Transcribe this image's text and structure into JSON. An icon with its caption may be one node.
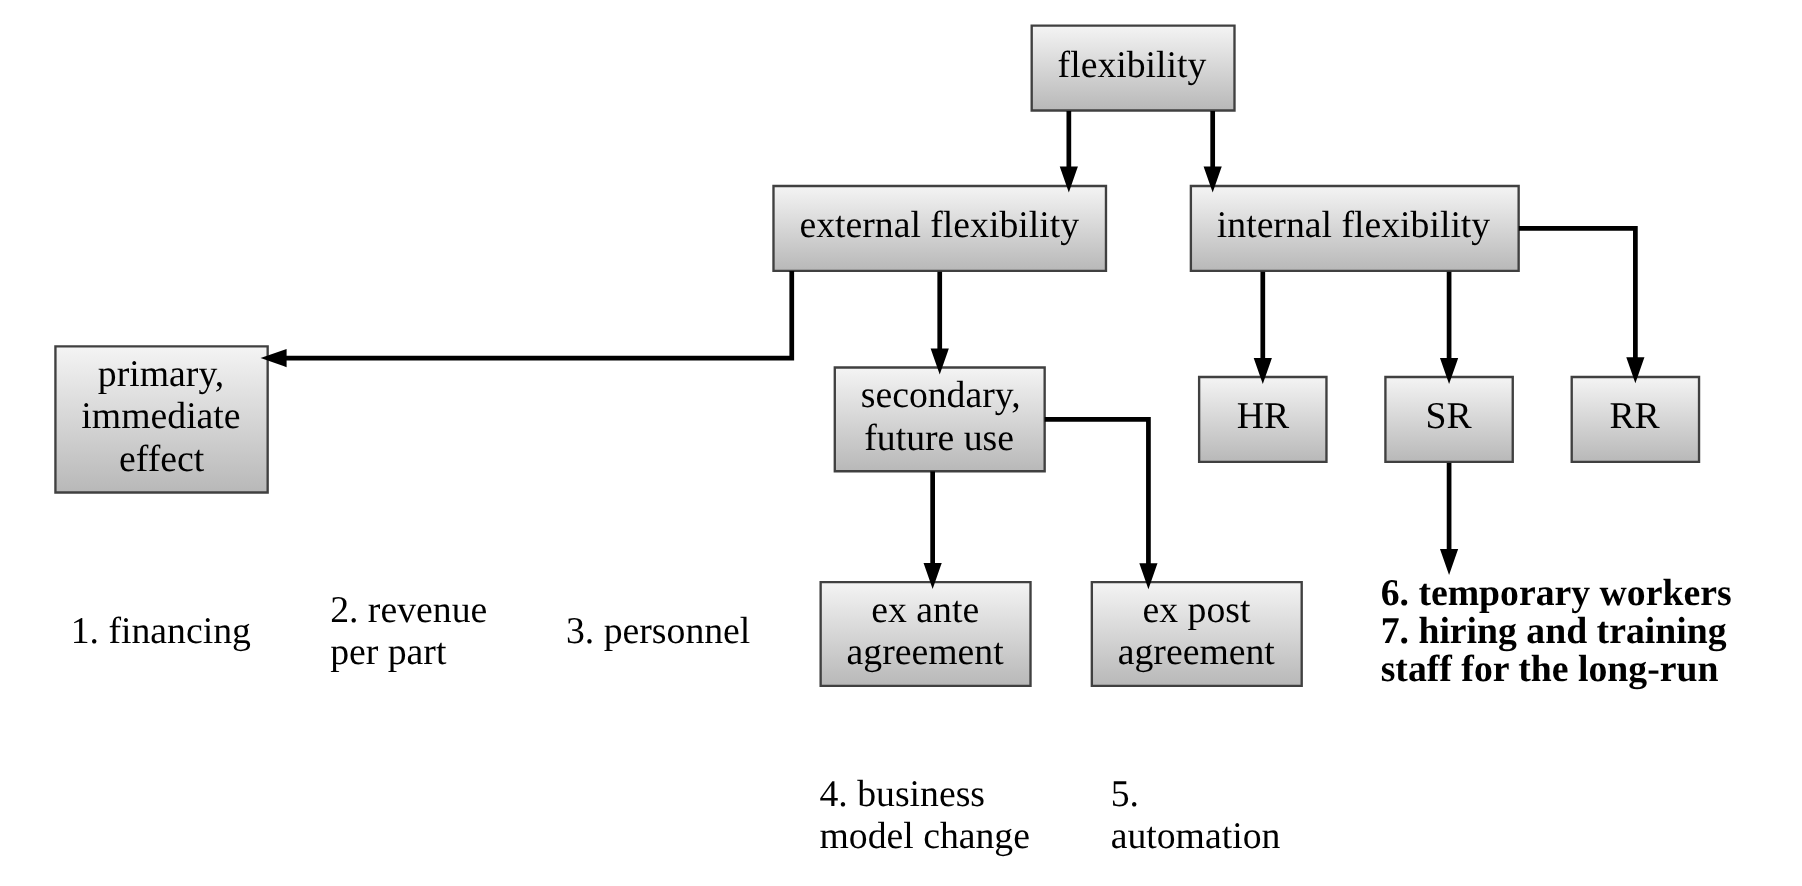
{
  "diagram": {
    "nodes": [
      {
        "text": [
          "flexibility"
        ]
      },
      {
        "text": [
          "external flexibility"
        ]
      },
      {
        "text": [
          "internal flexibility"
        ]
      },
      {
        "text": [
          "primary, immediate effect"
        ]
      },
      {
        "text": [
          "secondary, future use"
        ]
      },
      {
        "text": [
          "HR"
        ]
      },
      {
        "text": [
          "SR"
        ]
      },
      {
        "text": [
          "RR"
        ]
      },
      {
        "text": [
          "ex ante agreement"
        ]
      },
      {
        "text": [
          "ex post agreement"
        ]
      },
      {
        "text": [
          "6. temporary workers",
          "7. hiring and training staff for the long-run"
        ]
      }
    ],
    "edges": [
      {
        "from": 0,
        "to": 1,
        "arrow": "to"
      },
      {
        "from": 0,
        "to": 2,
        "arrow": "to"
      },
      {
        "from": 1,
        "to": 3,
        "arrow": "to"
      },
      {
        "from": 1,
        "to": 4,
        "arrow": "to"
      },
      {
        "from": 2,
        "to": 5,
        "arrow": "to"
      },
      {
        "from": 2,
        "to": 6,
        "arrow": "to"
      },
      {
        "from": 2,
        "to": 7,
        "arrow": "to"
      },
      {
        "from": 4,
        "to": 8,
        "arrow": "to"
      },
      {
        "from": 4,
        "to": 9,
        "arrow": "to"
      },
      {
        "from": 6,
        "to": 10,
        "arrow": "to"
      }
    ],
    "labels": [
      "1. financing",
      "2. revenue per part",
      "3. personnel",
      "4. business model change",
      "5. automation"
    ]
  }
}
